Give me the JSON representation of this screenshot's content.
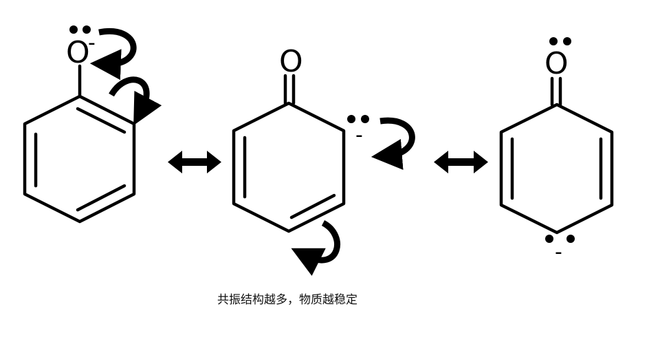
{
  "structures": [
    {
      "atom_label": "O",
      "charge_sign": "-"
    },
    {
      "atom_label": "O",
      "charge_sign": "-"
    },
    {
      "atom_label": "O",
      "charge_sign": "-"
    }
  ],
  "caption": "共振结构越多，物质越稳定"
}
